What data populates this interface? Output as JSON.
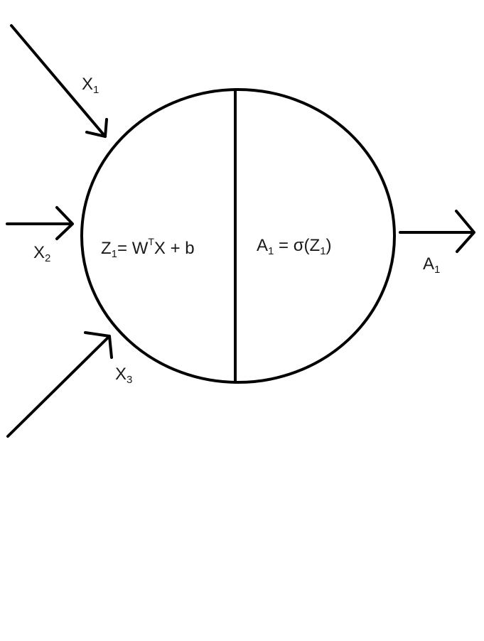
{
  "colors": {
    "stroke": "#000000",
    "text": "#1a1a1a",
    "background": "#ffffff"
  },
  "inputs": [
    {
      "letter": "X",
      "sub": "1"
    },
    {
      "letter": "X",
      "sub": "2"
    },
    {
      "letter": "X",
      "sub": "3"
    }
  ],
  "neuron": {
    "linear": {
      "lhs": "Z",
      "lhs_sub": "1",
      "eq": "= W",
      "sup": "T",
      "rhs": "X + b"
    },
    "activation": {
      "lhs": "A",
      "lhs_sub": "1",
      "eq": " = σ(Z",
      "inner_sub": "1",
      "close": ")"
    }
  },
  "output": {
    "letter": "A",
    "sub": "1"
  }
}
